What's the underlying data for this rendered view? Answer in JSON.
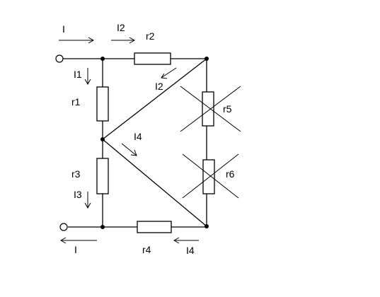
{
  "labels": {
    "i_in": "I",
    "i_out": "I",
    "i1": "I1",
    "i2_top": "I2",
    "i2_diag": "I2",
    "i3": "I3",
    "i4_diag": "I4",
    "i4_bottom": "I4",
    "r1": "r1",
    "r2": "r2",
    "r3": "r3",
    "r4": "r4",
    "r5": "r5",
    "r6": "r6"
  },
  "colors": {
    "line": "#000000",
    "background": "#ffffff"
  }
}
